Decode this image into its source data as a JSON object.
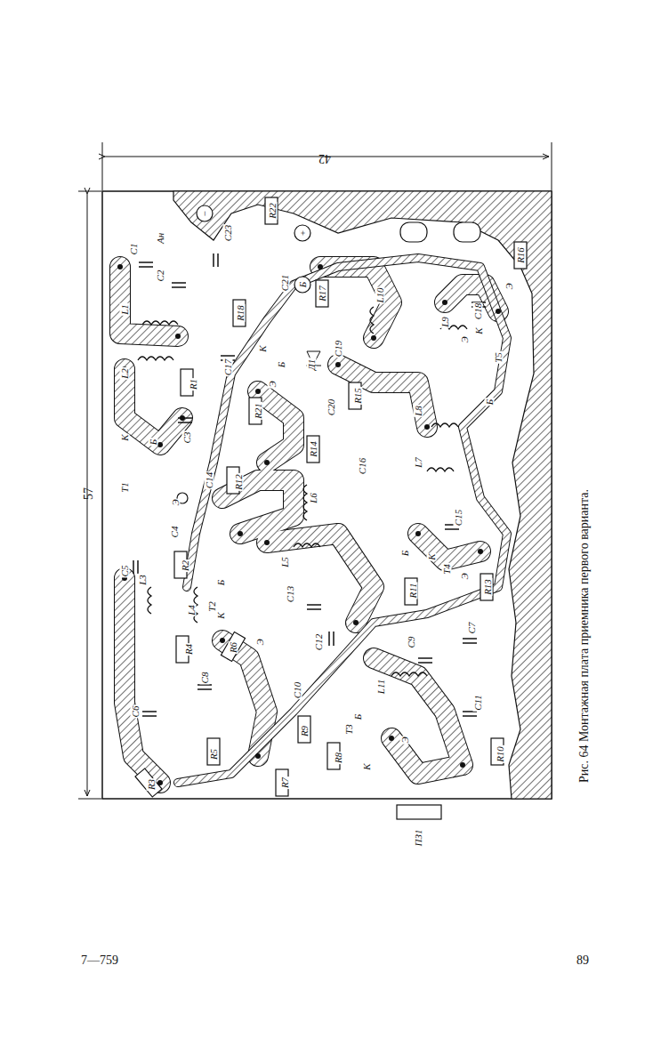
{
  "diagram": {
    "caption": "Рис. 64 Монтажная плата приемника первого варианта.",
    "labels": [
      "42",
      "57",
      "7—759",
      "89",
      "C1",
      "Aн",
      "C2",
      "L1",
      "L2",
      "R1",
      "C3",
      "Б",
      "K",
      "T1",
      "Э",
      "C4",
      "R2",
      "C14",
      "R12",
      "C5",
      "L3",
      "L4",
      "T2",
      "Б",
      "K",
      "R4",
      "R6",
      "Э",
      "C8",
      "C6",
      "R5",
      "R3",
      "L5",
      "C13",
      "C12",
      "C10",
      "R9",
      "R7",
      "R8",
      "T3",
      "Б",
      "K",
      "Э",
      "L11",
      "C9",
      "R11",
      "C7",
      "C11",
      "R10",
      "ПЗ1",
      "L6",
      "Б",
      "K",
      "T4",
      "Э",
      "R13",
      "C15",
      "L7",
      "C16",
      "R14",
      "L8",
      "R15",
      "C20",
      "Д1",
      "C19",
      "R17",
      "L10",
      "L9",
      "C18",
      "K",
      "Э",
      "T5",
      "Б",
      "R16",
      "Э",
      "C21",
      "R22",
      "C23",
      "R18",
      "C17",
      "R21",
      "K",
      "Б",
      "Э",
      "Б",
      "−",
      "+"
    ]
  }
}
